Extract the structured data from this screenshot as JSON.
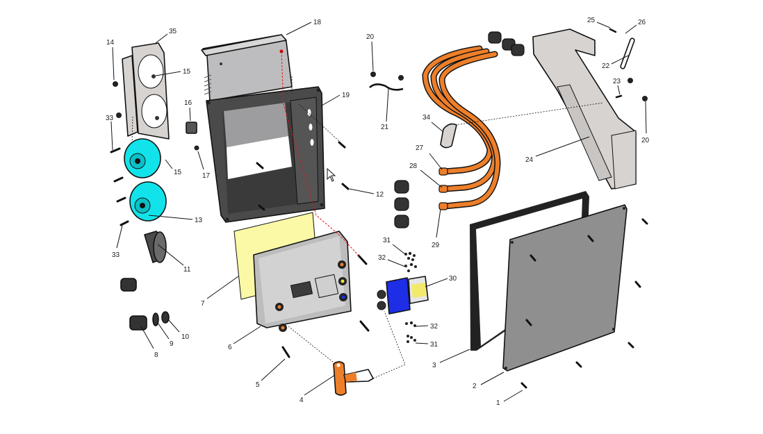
{
  "diagram": {
    "type": "exploded-parts-view",
    "colors": {
      "background": "#ffffff",
      "sheet_metal": "#d6d3d0",
      "enclosure_dark": "#4a4a4a",
      "heatsink_plate": "#b9b9bb",
      "fan_cyan": "#12e3ea",
      "copper_cable": "#ee7f2a",
      "insulator_yellow": "#fbf8a6",
      "controller_gray": "#c9c9c9",
      "contactor_blue": "#1d2ee6",
      "cover_plate": "#8f8f8f",
      "gasket_black": "#222222",
      "alignment_red": "#e0161b"
    },
    "callouts": [
      {
        "id": "1",
        "label": "1"
      },
      {
        "id": "2",
        "label": "2"
      },
      {
        "id": "3",
        "label": "3"
      },
      {
        "id": "4",
        "label": "4"
      },
      {
        "id": "5",
        "label": "5"
      },
      {
        "id": "6",
        "label": "6"
      },
      {
        "id": "7",
        "label": "7"
      },
      {
        "id": "8",
        "label": "8"
      },
      {
        "id": "9",
        "label": "9"
      },
      {
        "id": "10",
        "label": "10"
      },
      {
        "id": "11",
        "label": "11"
      },
      {
        "id": "12",
        "label": "12"
      },
      {
        "id": "13",
        "label": "13"
      },
      {
        "id": "14",
        "label": "14"
      },
      {
        "id": "15a",
        "label": "15"
      },
      {
        "id": "15b",
        "label": "15"
      },
      {
        "id": "16",
        "label": "16"
      },
      {
        "id": "17",
        "label": "17"
      },
      {
        "id": "18",
        "label": "18"
      },
      {
        "id": "19",
        "label": "19"
      },
      {
        "id": "20a",
        "label": "20"
      },
      {
        "id": "20b",
        "label": "20"
      },
      {
        "id": "21",
        "label": "21"
      },
      {
        "id": "22",
        "label": "22"
      },
      {
        "id": "23",
        "label": "23"
      },
      {
        "id": "24",
        "label": "24"
      },
      {
        "id": "25",
        "label": "25"
      },
      {
        "id": "26",
        "label": "26"
      },
      {
        "id": "27",
        "label": "27"
      },
      {
        "id": "28",
        "label": "28"
      },
      {
        "id": "29",
        "label": "29"
      },
      {
        "id": "30",
        "label": "30"
      },
      {
        "id": "31a",
        "label": "31"
      },
      {
        "id": "31b",
        "label": "31"
      },
      {
        "id": "32a",
        "label": "32"
      },
      {
        "id": "32b",
        "label": "32"
      },
      {
        "id": "33a",
        "label": "33"
      },
      {
        "id": "33b",
        "label": "33"
      },
      {
        "id": "34",
        "label": "34"
      },
      {
        "id": "35",
        "label": "35"
      }
    ],
    "parts": [
      {
        "name": "cover-screw",
        "callout": "1"
      },
      {
        "name": "cover-plate",
        "callout": "2"
      },
      {
        "name": "cover-gasket",
        "callout": "3"
      },
      {
        "name": "copper-bus-bar",
        "callout": "4"
      },
      {
        "name": "controller-mounting-bolt",
        "callout": "5"
      },
      {
        "name": "motor-controller",
        "callout": "6"
      },
      {
        "name": "thermal-pad",
        "callout": "7"
      },
      {
        "name": "cable-gland",
        "callout": "8"
      },
      {
        "name": "gland-seal",
        "callout": "9"
      },
      {
        "name": "gland-nut",
        "callout": "10"
      },
      {
        "name": "fan-shroud",
        "callout": "11"
      },
      {
        "name": "enclosure-bolt",
        "callout": "12"
      },
      {
        "name": "cooling-fan",
        "callout": "13"
      },
      {
        "name": "nut",
        "callout": "14"
      },
      {
        "name": "fan-screw",
        "callout": "15"
      },
      {
        "name": "connector-plug",
        "callout": "16"
      },
      {
        "name": "washer",
        "callout": "17"
      },
      {
        "name": "heatsink-plate",
        "callout": "18"
      },
      {
        "name": "enclosure-frame",
        "callout": "19"
      },
      {
        "name": "nut",
        "callout": "20"
      },
      {
        "name": "cable-clip",
        "callout": "21"
      },
      {
        "name": "link-strap",
        "callout": "22"
      },
      {
        "name": "screw",
        "callout": "23"
      },
      {
        "name": "cable-cover-bracket",
        "callout": "24"
      },
      {
        "name": "screw",
        "callout": "25"
      },
      {
        "name": "nut",
        "callout": "26"
      },
      {
        "name": "power-cable",
        "callout": "27"
      },
      {
        "name": "power-cable",
        "callout": "28"
      },
      {
        "name": "power-cable",
        "callout": "29"
      },
      {
        "name": "main-contactor",
        "callout": "30"
      },
      {
        "name": "terminal-nut",
        "callout": "31"
      },
      {
        "name": "terminal-washer",
        "callout": "32"
      },
      {
        "name": "fan-bolt",
        "callout": "33"
      },
      {
        "name": "cable-clamp",
        "callout": "34"
      },
      {
        "name": "fan-mounting-bracket",
        "callout": "35"
      }
    ]
  },
  "cursor": {
    "type": "arrow-pointer"
  }
}
